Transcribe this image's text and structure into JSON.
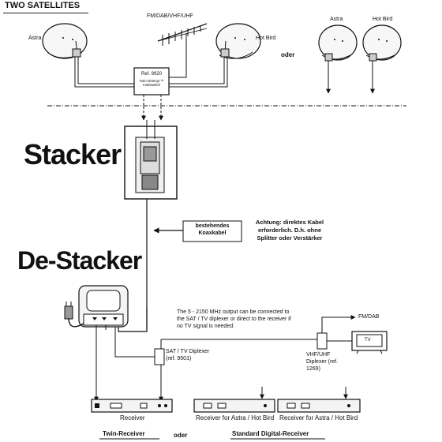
{
  "header": {
    "title": "TWO SATELLITES"
  },
  "labels": {
    "antenna": "FM/DAB/VHF/UHF",
    "astra_left": "Astra",
    "hotbird_left": "Hot Bird",
    "astra_right": "Astra",
    "hotbird_right": "Hot Bird",
    "oder_top": "oder",
    "multiswitch_ref": "Ref. 9920",
    "multiswitch_desc": "Twin DiSEqC™ multiswitch",
    "stacker": "Stacker",
    "destacker": "De-Stacker",
    "cable_note": "bestehendes Koaxkabel",
    "warning_text": "Achtung: direktes Kabel erforderlich. D.h. ohne Splitter oder Verstärker",
    "output_note": "The 5 - 2150 MHz  output can be connected to the SAT / TV diplexer or direct to the receiver if no TV signal is needed.",
    "fmdab": "FM/DAB",
    "tv": "TV",
    "sat_diplexer": "SAT / TV Diplexer (ref. 9501)",
    "vhf_diplexer": "VHF/UHF Diplexer (ref. 1269)",
    "receiver": "Receiver",
    "receiver_astra_1": "Receiver for Astra / Hot Bird",
    "receiver_astra_2": "Receiver for Astra / Hot Bird",
    "twin_receiver": "Twin-Receiver",
    "oder_bottom": "oder",
    "standard_receiver": "Standard Digital-Receiver"
  },
  "colors": {
    "line": "#111111",
    "device_fill": "#f4f4f4",
    "dish_fill": "#f7f7f7"
  }
}
